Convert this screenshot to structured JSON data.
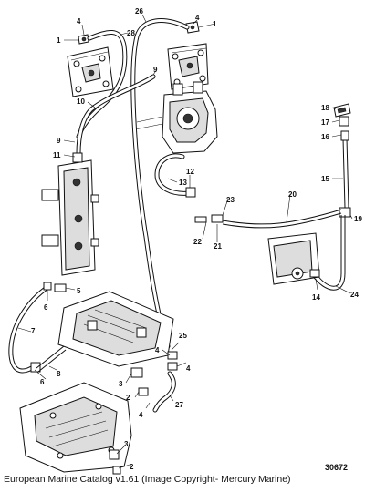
{
  "caption": "European Marine Catalog v1.61 (Image Copyright- Mercury Marine)",
  "figure_id": "30672",
  "callouts": [
    {
      "id": "c1a",
      "text": "1"
    },
    {
      "id": "c4a",
      "text": "4"
    },
    {
      "id": "c28",
      "text": "28"
    },
    {
      "id": "c26",
      "text": "26"
    },
    {
      "id": "c4b",
      "text": "4"
    },
    {
      "id": "c1b",
      "text": "1"
    },
    {
      "id": "c9a",
      "text": "9"
    },
    {
      "id": "c10",
      "text": "10"
    },
    {
      "id": "c9b",
      "text": "9"
    },
    {
      "id": "c11",
      "text": "11"
    },
    {
      "id": "c12",
      "text": "12"
    },
    {
      "id": "c13",
      "text": "13"
    },
    {
      "id": "c18",
      "text": "18"
    },
    {
      "id": "c17",
      "text": "17"
    },
    {
      "id": "c16",
      "text": "16"
    },
    {
      "id": "c15",
      "text": "15"
    },
    {
      "id": "c23",
      "text": "23"
    },
    {
      "id": "c20",
      "text": "20"
    },
    {
      "id": "c19",
      "text": "19"
    },
    {
      "id": "c22",
      "text": "22"
    },
    {
      "id": "c21",
      "text": "21"
    },
    {
      "id": "c5",
      "text": "5"
    },
    {
      "id": "c6a",
      "text": "6"
    },
    {
      "id": "c7",
      "text": "7"
    },
    {
      "id": "c14",
      "text": "14"
    },
    {
      "id": "c24",
      "text": "24"
    },
    {
      "id": "c25",
      "text": "25"
    },
    {
      "id": "c4c",
      "text": "4"
    },
    {
      "id": "c4d",
      "text": "4"
    },
    {
      "id": "c8",
      "text": "8"
    },
    {
      "id": "c6b",
      "text": "6"
    },
    {
      "id": "c3a",
      "text": "3"
    },
    {
      "id": "c2a",
      "text": "2"
    },
    {
      "id": "c27",
      "text": "27"
    },
    {
      "id": "c4e",
      "text": "4"
    },
    {
      "id": "c3b",
      "text": "3"
    },
    {
      "id": "c2b",
      "text": "2"
    }
  ]
}
